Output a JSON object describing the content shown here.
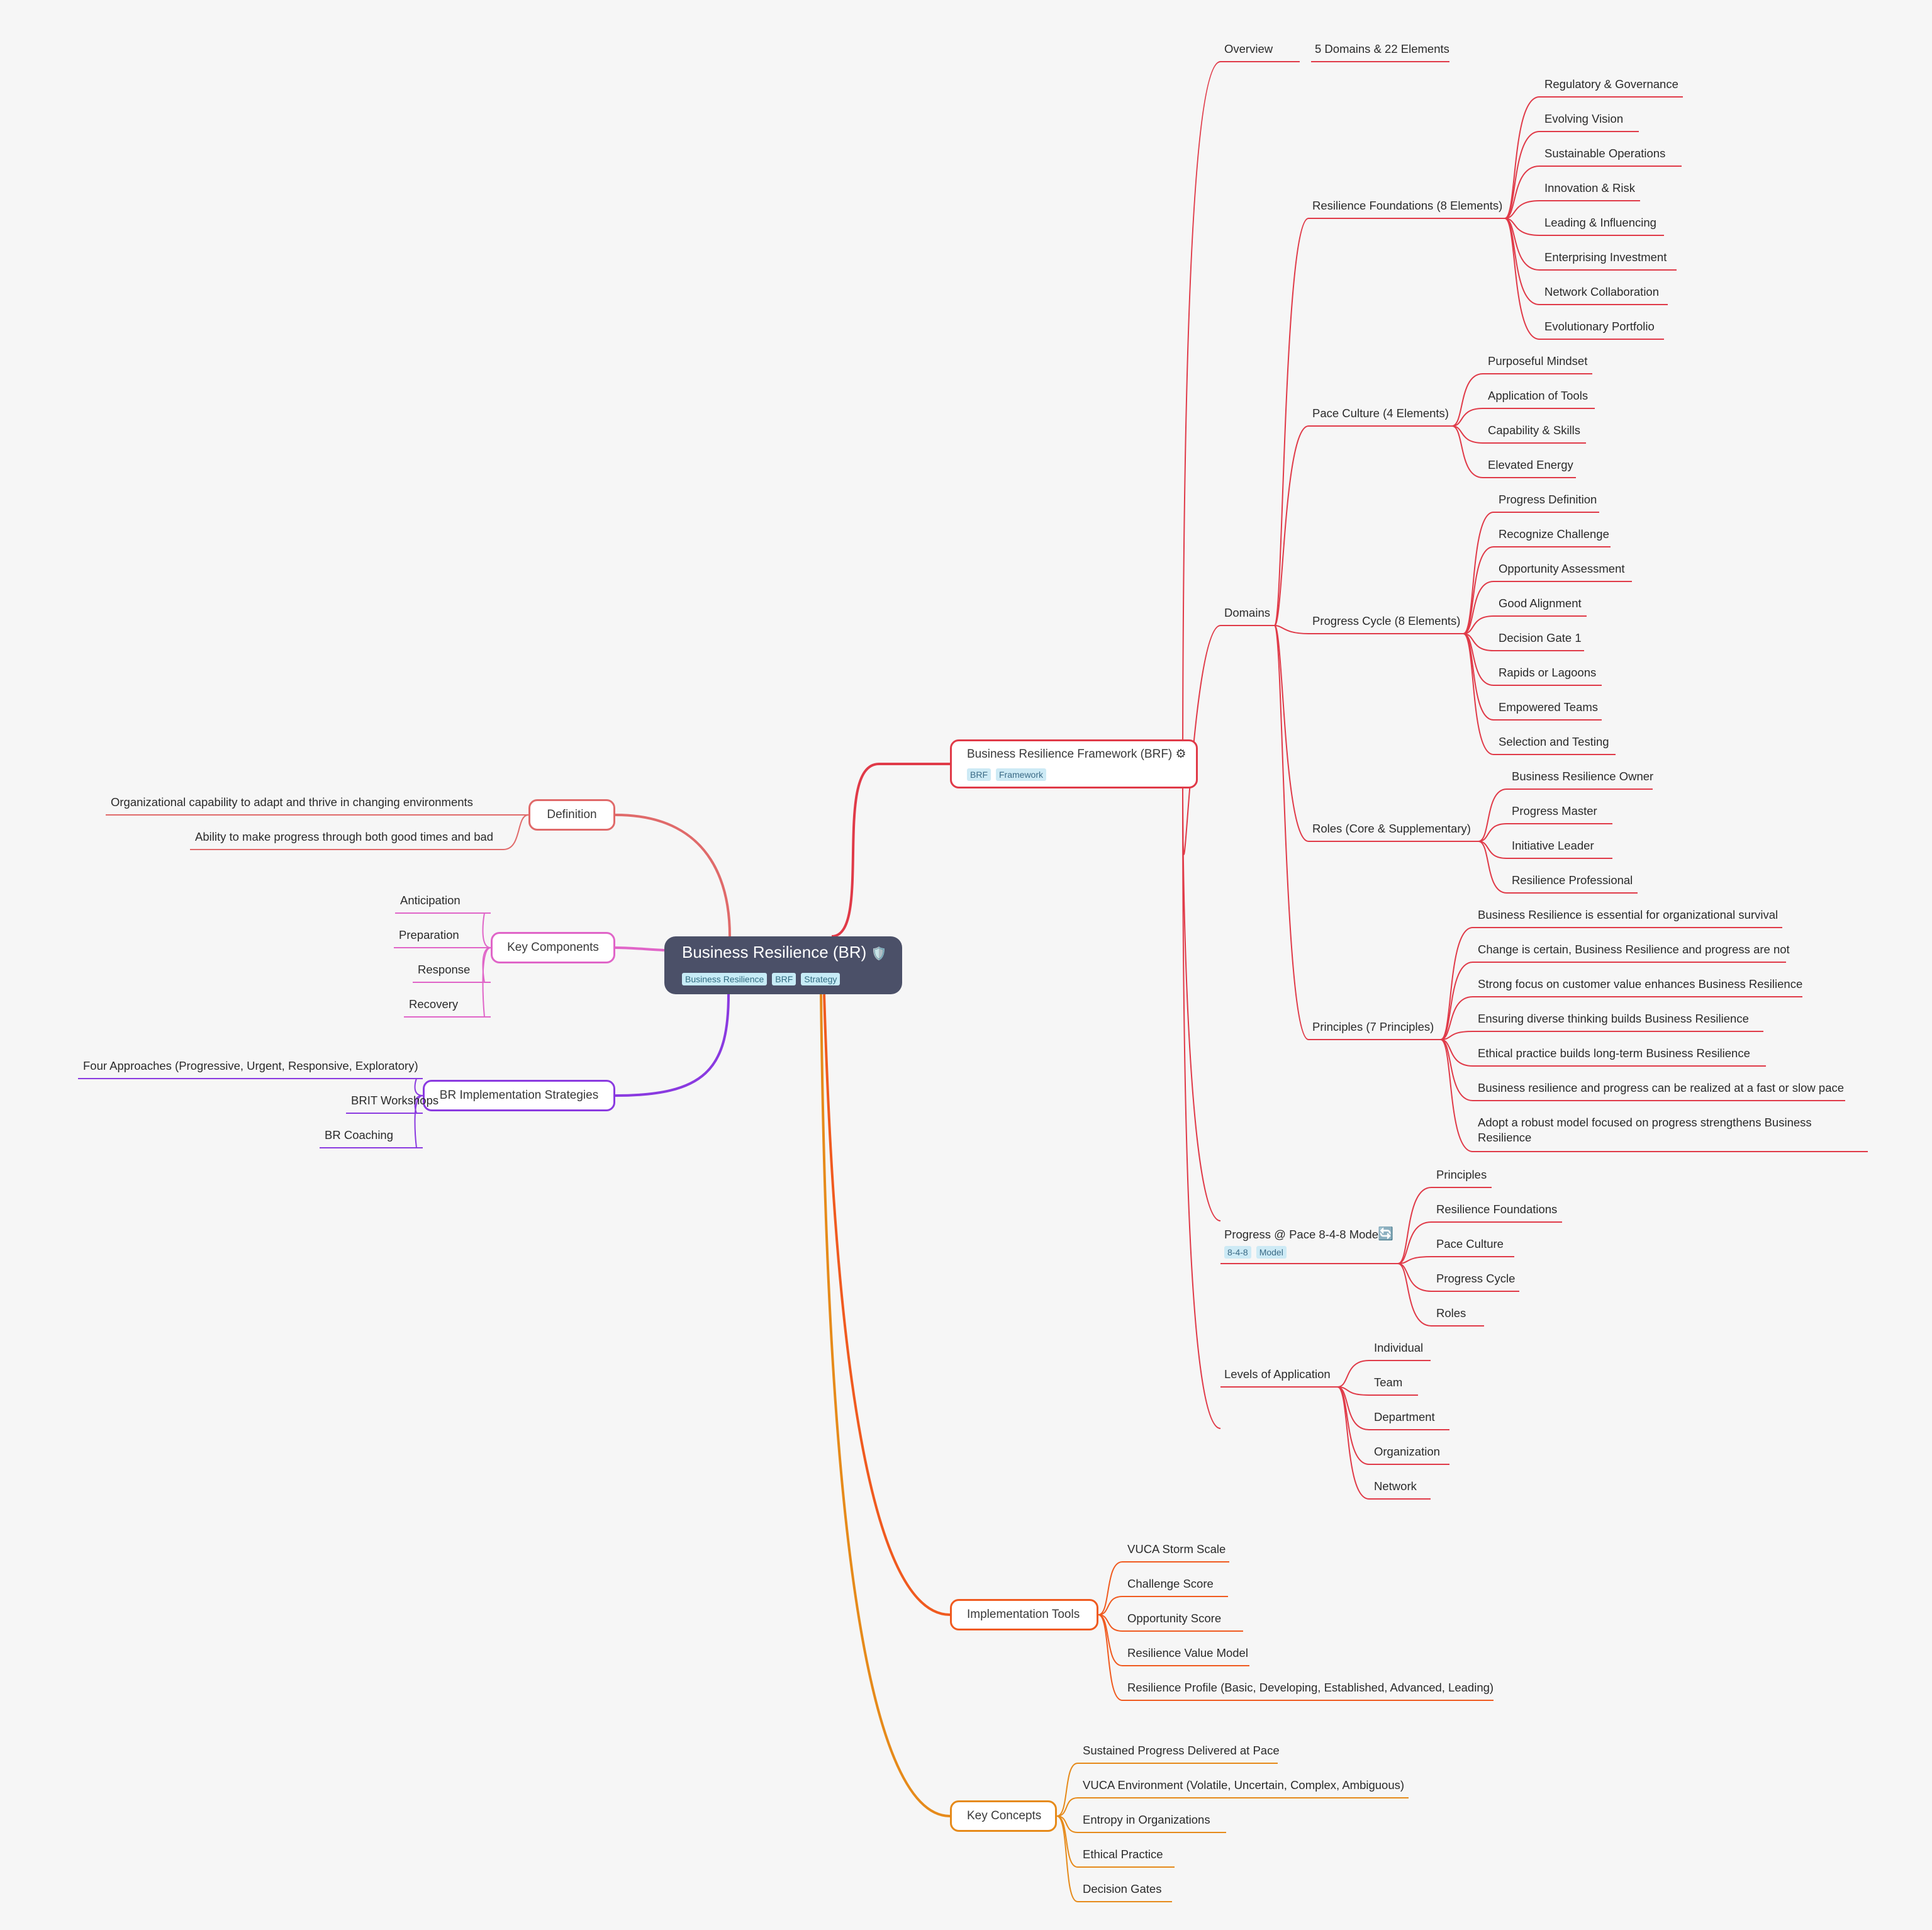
{
  "root": {
    "title": "Business Resilience (BR)",
    "icon": "🛡️",
    "tags": [
      "Business Resilience",
      "BRF",
      "Strategy"
    ]
  },
  "brf": {
    "title": "Business Resilience Framework (BRF)",
    "icon": "⚙",
    "tags": [
      "BRF",
      "Framework"
    ],
    "overview": {
      "label": "Overview",
      "value": "5 Domains & 22 Elements"
    },
    "domains": {
      "label": "Domains",
      "resilience_foundations": {
        "label": "Resilience Foundations (8 Elements)",
        "items": [
          "Regulatory & Governance",
          "Evolving Vision",
          "Sustainable Operations",
          "Innovation & Risk",
          "Leading & Influencing",
          "Enterprising Investment",
          "Network Collaboration",
          "Evolutionary Portfolio"
        ]
      },
      "pace_culture": {
        "label": "Pace Culture (4 Elements)",
        "items": [
          "Purposeful Mindset",
          "Application of Tools",
          "Capability & Skills",
          "Elevated Energy"
        ]
      },
      "progress_cycle": {
        "label": "Progress Cycle (8 Elements)",
        "items": [
          "Progress Definition",
          "Recognize Challenge",
          "Opportunity Assessment",
          "Good Alignment",
          "Decision Gate 1",
          "Rapids or Lagoons",
          "Empowered Teams",
          "Selection and Testing"
        ]
      },
      "roles": {
        "label": "Roles (Core & Supplementary)",
        "items": [
          "Business Resilience Owner",
          "Progress Master",
          "Initiative Leader",
          "Resilience Professional"
        ]
      },
      "principles": {
        "label": "Principles (7 Principles)",
        "items": [
          "Business Resilience is essential for organizational survival",
          "Change is certain, Business Resilience and progress are not",
          "Strong focus on customer value enhances Business Resilience",
          "Ensuring diverse thinking builds Business Resilience",
          "Ethical practice builds long-term Business Resilience",
          "Business resilience and progress can be realized at a fast or slow pace",
          "Adopt a robust model focused on progress strengthens Business Resilience"
        ]
      }
    },
    "model": {
      "label": "Progress @ Pace 8-4-8 Model",
      "icon": "🔄",
      "tags": [
        "8-4-8",
        "Model"
      ],
      "items": [
        "Principles",
        "Resilience Foundations",
        "Pace Culture",
        "Progress Cycle",
        "Roles"
      ]
    },
    "levels": {
      "label": "Levels of Application",
      "items": [
        "Individual",
        "Team",
        "Department",
        "Organization",
        "Network"
      ]
    }
  },
  "implementation_tools": {
    "label": "Implementation Tools",
    "items": [
      "VUCA Storm Scale",
      "Challenge Score",
      "Opportunity Score",
      "Resilience Value Model",
      "Resilience Profile (Basic, Developing, Established, Advanced, Leading)"
    ]
  },
  "key_concepts": {
    "label": "Key Concepts",
    "items": [
      "Sustained Progress Delivered at Pace",
      "VUCA Environment (Volatile, Uncertain, Complex, Ambiguous)",
      "Entropy in Organizations",
      "Ethical Practice",
      "Decision Gates"
    ]
  },
  "definition": {
    "label": "Definition",
    "items": [
      "Organizational capability to adapt and thrive in changing environments",
      "Ability to make progress through both good times and bad"
    ]
  },
  "key_components": {
    "label": "Key Components",
    "items": [
      "Anticipation",
      "Preparation",
      "Response",
      "Recovery"
    ]
  },
  "strategies": {
    "label": "BR Implementation Strategies",
    "items": [
      "Four Approaches (Progressive, Urgent, Responsive, Exploratory)",
      "BRIT Workshops",
      "BR Coaching"
    ]
  },
  "colors": {
    "red": "#e03a48",
    "orange": "#f05a1f",
    "amber": "#e68a1a",
    "salmon": "#e06a6a",
    "pink": "#e065c8",
    "purple": "#8a3ae0",
    "root_bg": "#4b5068",
    "tag_bg": "#cdeaf5"
  }
}
